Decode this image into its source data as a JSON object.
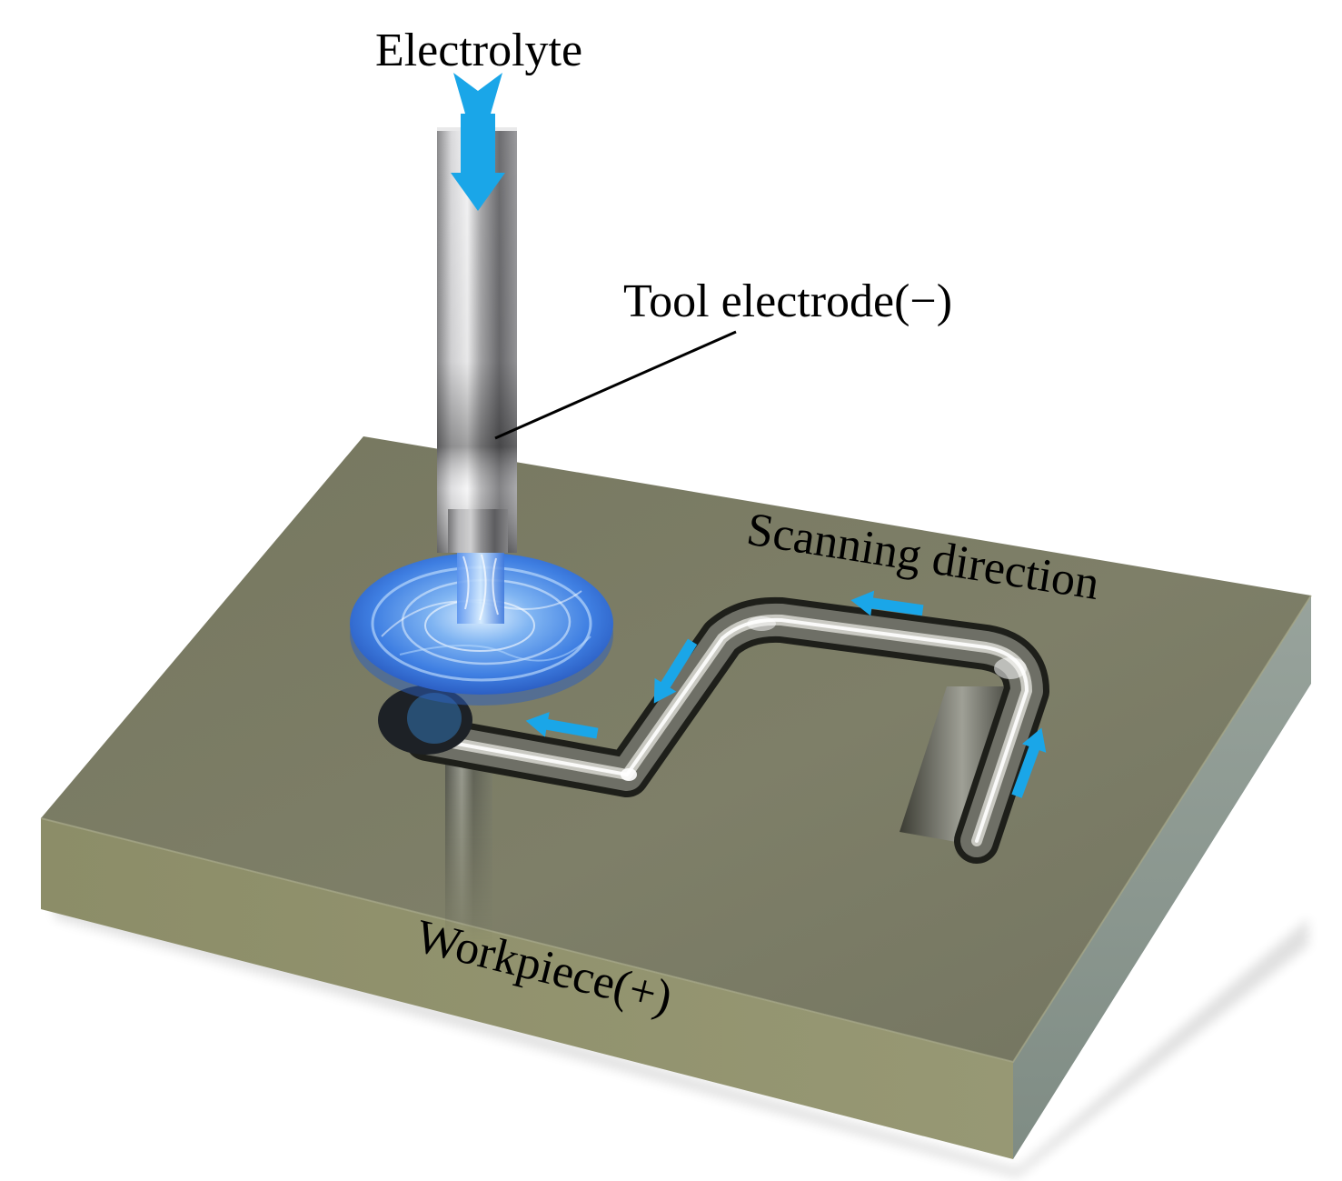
{
  "labels": {
    "electrolyte": "Electrolyte",
    "tool_electrode": "Tool electrode(−)",
    "scanning_direction": "Scanning direction",
    "workpiece": "Workpiece(+)"
  },
  "colors": {
    "arrow": "#1aa6e8",
    "workpiece_top": "#7c7d66",
    "workpiece_front": "#8f906a",
    "workpiece_side": "#88958d",
    "electrode_steel": "#b8b8ba",
    "electrolyte_pool": "#4a88e8",
    "label_text": "#000000"
  },
  "icons": {
    "direction_marker": "arrow",
    "electrolyte_inlet": "down-arrow"
  }
}
